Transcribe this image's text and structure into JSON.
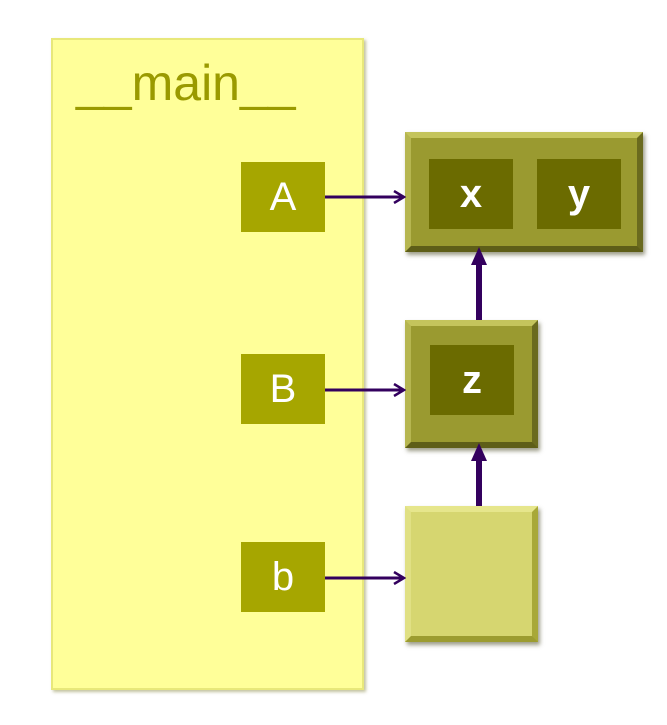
{
  "frame": {
    "label": "__main__"
  },
  "variables": [
    {
      "id": "var-a",
      "label": "A"
    },
    {
      "id": "var-b-upper",
      "label": "B"
    },
    {
      "id": "var-b-lower",
      "label": "b"
    }
  ],
  "objects": {
    "class_a": {
      "attributes": [
        "x",
        "y"
      ]
    },
    "class_b": {
      "attributes": [
        "z"
      ]
    },
    "instance": {
      "attributes": []
    }
  },
  "colors": {
    "frame": "#ffff99",
    "variable": "#a6a600",
    "object": "#9a9a30",
    "attribute": "#6b6b00",
    "instance": "#d6d670",
    "arrow": "#33005e"
  }
}
